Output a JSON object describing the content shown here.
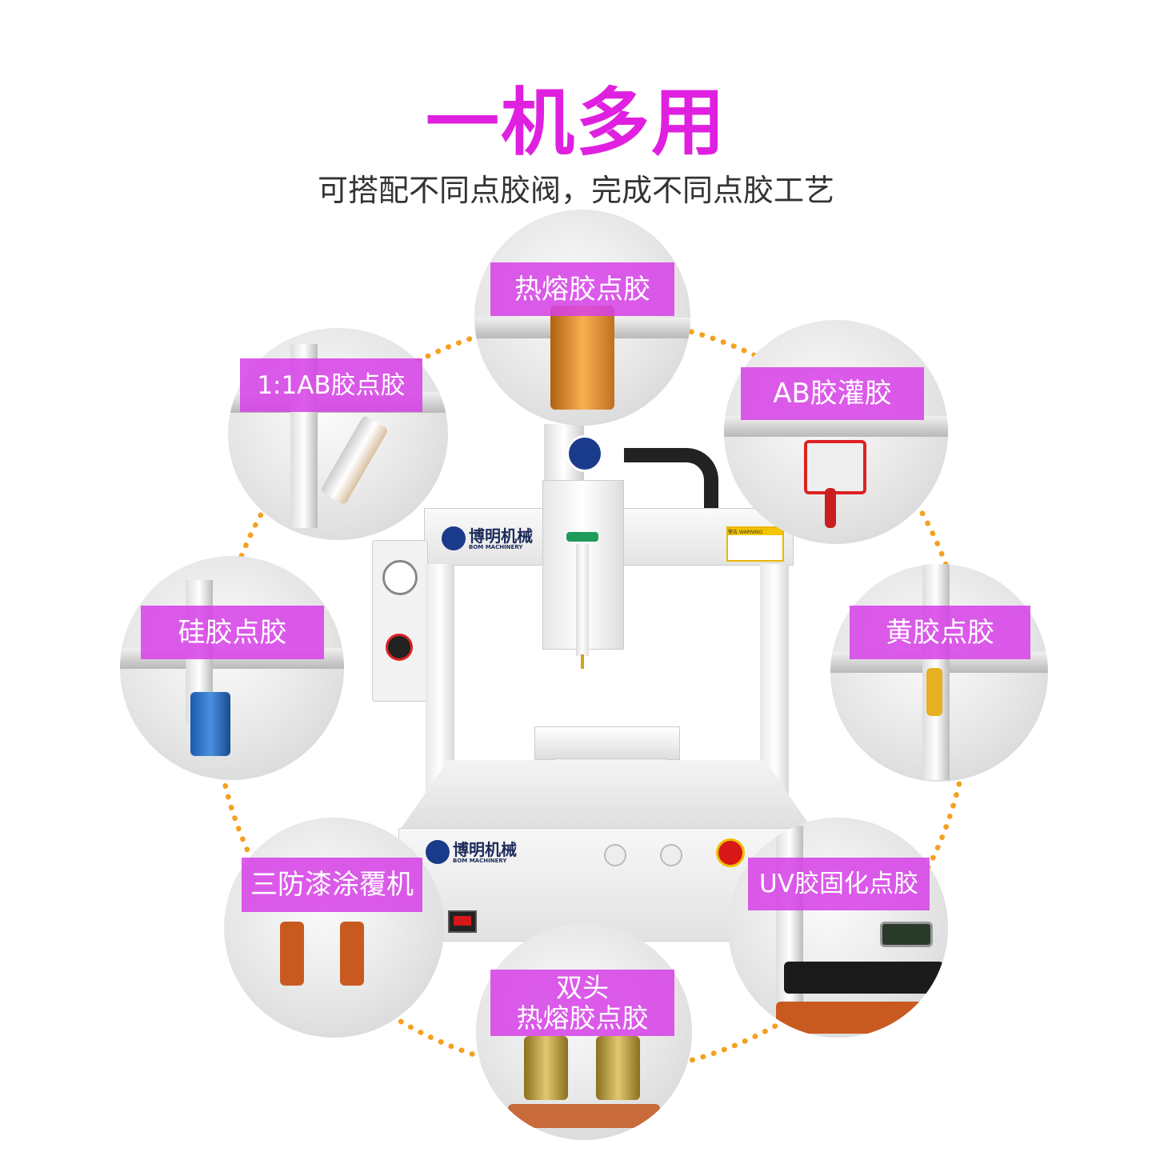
{
  "header": {
    "title": "一机多用",
    "subtitle": "可搭配不同点胶阀，完成不同点胶工艺"
  },
  "colors": {
    "title": "#e020e0",
    "label_bg": "#d640e6",
    "ring": "#f5a020"
  },
  "machine": {
    "brand_cn": "博明机械",
    "brand_en": "BOM MACHINERY",
    "warning_label": "警告 WARNING"
  },
  "applications": [
    {
      "id": "hot-melt",
      "label": "热熔胶点胶"
    },
    {
      "id": "ab-1to1",
      "label": "1:1AB胶点胶"
    },
    {
      "id": "ab-potting",
      "label": "AB胶灌胶"
    },
    {
      "id": "silicone",
      "label": "硅胶点胶"
    },
    {
      "id": "yellow-glue",
      "label": "黄胶点胶"
    },
    {
      "id": "conformal-coating",
      "label": "三防漆涂覆机"
    },
    {
      "id": "dual-hot-melt",
      "label_line1": "双头",
      "label_line2": "热熔胶点胶"
    },
    {
      "id": "uv-curing",
      "label": "UV胶固化点胶"
    }
  ]
}
